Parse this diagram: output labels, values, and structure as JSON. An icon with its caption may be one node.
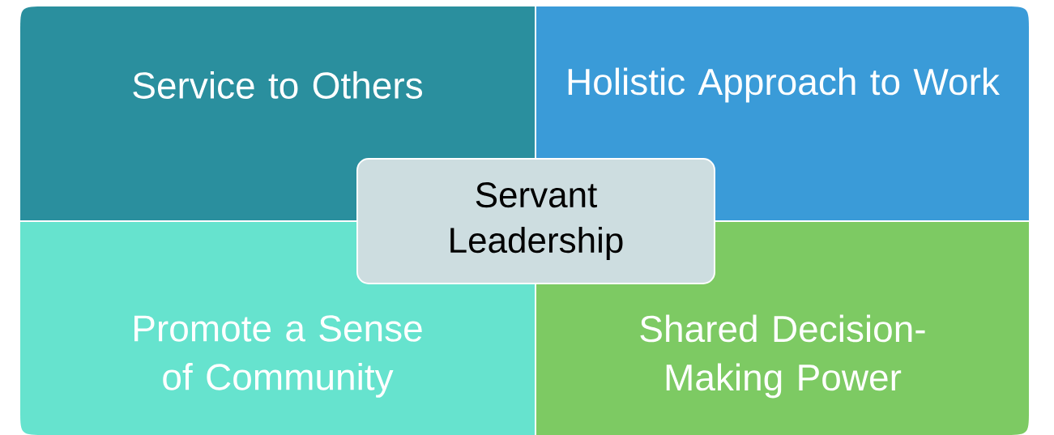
{
  "diagram": {
    "nodes": [
      {
        "text": [
          "Service to Others"
        ]
      },
      {
        "text": [
          "Holistic Approach to Work"
        ]
      },
      {
        "text": [
          "Servant Leadership"
        ]
      },
      {
        "text": [
          "Promote a Sense of Community"
        ]
      },
      {
        "text": [
          "Shared Decision-Making Power"
        ]
      }
    ]
  }
}
